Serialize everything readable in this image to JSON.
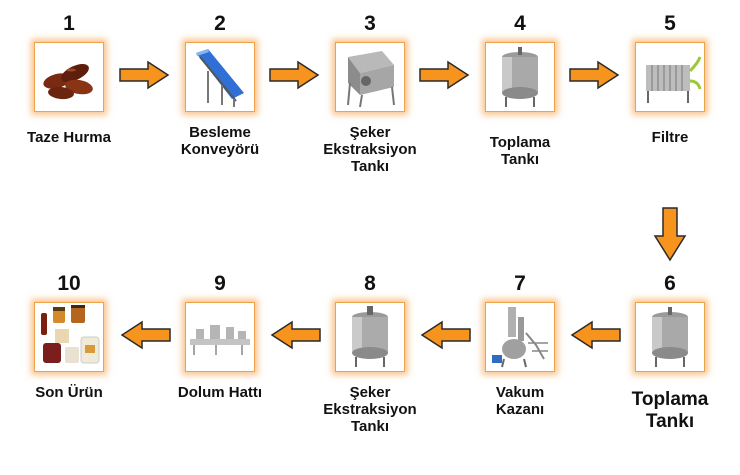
{
  "colors": {
    "arrow_fill": "#f7941d",
    "arrow_stroke": "#2a2a2a",
    "glow": "#f39632"
  },
  "steps": [
    {
      "number": "1",
      "label_lines": [
        "Taze Hurma"
      ],
      "icon": "dates-icon"
    },
    {
      "number": "2",
      "label_lines": [
        "Besleme",
        "Konveyörü"
      ],
      "icon": "conveyor-icon"
    },
    {
      "number": "3",
      "label_lines": [
        "Şeker",
        "Ekstraksiyon",
        "Tankı"
      ],
      "icon": "extraction-tank-icon"
    },
    {
      "number": "4",
      "label_lines": [
        "Toplama",
        "Tankı"
      ],
      "icon": "collection-tank-icon"
    },
    {
      "number": "5",
      "label_lines": [
        "Filtre"
      ],
      "icon": "filter-press-icon"
    },
    {
      "number": "6",
      "label_lines": [
        "Toplama",
        "Tankı"
      ],
      "icon": "collection-tank-icon"
    },
    {
      "number": "7",
      "label_lines": [
        "Vakum",
        "Kazanı"
      ],
      "icon": "vacuum-boiler-icon"
    },
    {
      "number": "8",
      "label_lines": [
        "Şeker",
        "Ekstraksiyon",
        "Tankı"
      ],
      "icon": "steel-tank-icon"
    },
    {
      "number": "9",
      "label_lines": [
        "Dolum Hattı"
      ],
      "icon": "filling-line-icon"
    },
    {
      "number": "10",
      "label_lines": [
        "Son Ürün"
      ],
      "icon": "final-products-icon"
    }
  ]
}
